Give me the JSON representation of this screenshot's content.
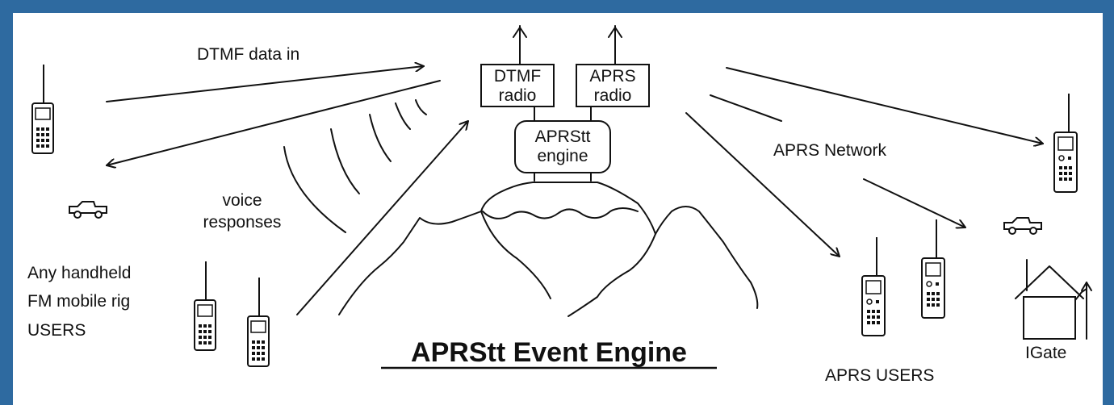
{
  "diagram": {
    "title": "APRStt Event Engine",
    "arrow_label_dtmf": "DTMF data in",
    "voice_label": [
      "voice",
      "responses"
    ],
    "left_users": [
      "Any handheld",
      "FM mobile rig",
      "USERS"
    ],
    "dtmf_radio": [
      "DTMF",
      "radio"
    ],
    "aprs_radio": [
      "APRS",
      "radio"
    ],
    "engine": [
      "APRStt",
      "engine"
    ],
    "aprs_network": "APRS Network",
    "aprs_users": "APRS USERS",
    "igate": "IGate",
    "colors": {
      "frame": "#2e6aa0",
      "canvas": "#ffffff",
      "ink": "#111111"
    }
  }
}
